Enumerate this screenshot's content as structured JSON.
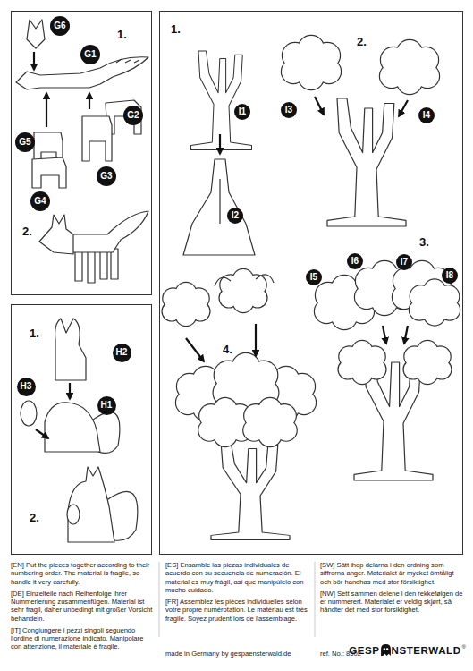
{
  "diagram": {
    "nodes": [
      {
        "text": [
          "1.",
          "2."
        ]
      },
      {
        "text": [
          "G6"
        ],
        "in": 0
      },
      {
        "text": [
          "G1"
        ],
        "in": 0
      },
      {
        "text": [
          "G2"
        ],
        "in": 0
      },
      {
        "text": [
          "G5"
        ],
        "in": 0
      },
      {
        "text": [
          "G3"
        ],
        "in": 0
      },
      {
        "text": [
          "G4"
        ],
        "in": 0
      },
      {
        "text": [
          "1.",
          "2.",
          "3.",
          "4."
        ]
      },
      {
        "text": [
          "I1"
        ],
        "in": 7
      },
      {
        "text": [
          "I3"
        ],
        "in": 7
      },
      {
        "text": [
          "I4"
        ],
        "in": 7
      },
      {
        "text": [
          "I2"
        ],
        "in": 7
      },
      {
        "text": [
          "I5"
        ],
        "in": 7
      },
      {
        "text": [
          "I6"
        ],
        "in": 7
      },
      {
        "text": [
          "I7"
        ],
        "in": 7
      },
      {
        "text": [
          "I8"
        ],
        "in": 7
      },
      {
        "text": [
          "1.",
          "2."
        ]
      },
      {
        "text": [
          "H2"
        ],
        "in": 16
      },
      {
        "text": [
          "H3"
        ],
        "in": 16
      },
      {
        "text": [
          "H1"
        ],
        "in": 16
      }
    ],
    "labels": [
      "[EN] Put the pieces together according to their numbering order. The material is fragile, so handle it very carefully.",
      "[DE] Einzelteile nach Reihenfolge ihrer Nummerierung zusammenfügen. Material ist sehr fragil, daher unbedingt mit großer Vorsicht behandeln.",
      "[IT] Congiungere i pezzi singoli seguendo l'ordine di numerazione indicato. Manipolare con attenzione, il materiale è fragile.",
      "[ES] Ensamble las piezas individuales de acuerdo con su secuencia de numeración. El material es muy frágil, así que manipúlelo con mucho cuidado.",
      "[FR] Assemblez les pièces individuelles selon votre propre numérotation. Le matériau est très fragile. Soyez prudent lors de l'assemblage.",
      "[SW] Sätt ihop delarna i den ordning som siffrorna anger. Materialet är mycket ömtåligt och bör handhas med stor försiktighet.",
      "[NW] Sett sammen delene i den rekkefølgen de er nummerert. Materialet er veldig skjørt, så håndter det med stor forsiktighet.",
      "made in Germany by gespaensterwald.de",
      "ref. No.: 8502",
      "GESP",
      "NSTERWALD",
      "®"
    ]
  }
}
